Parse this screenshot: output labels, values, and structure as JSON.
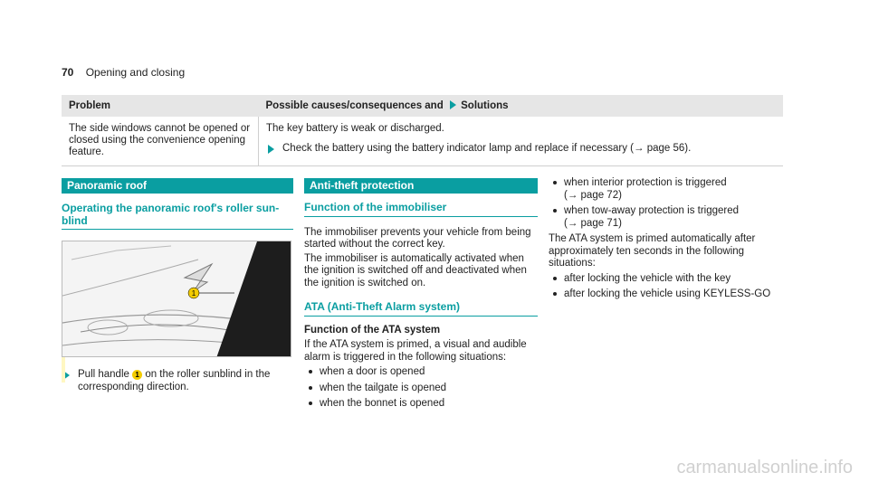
{
  "header": {
    "page_number": "70",
    "section": "Opening and closing"
  },
  "table": {
    "col1_header": "Problem",
    "col2_header_pre": "Possible causes/consequences and",
    "col2_header_post": "Solutions",
    "problem": "The side windows cannot be opened or closed using the convenience opening feature.",
    "cause": "The key battery is weak or discharged.",
    "solution_pre": "Check the battery using the battery indicator lamp and replace if necessary (",
    "solution_ref": "→ page 56",
    "solution_post": ")."
  },
  "col1": {
    "section_title": "Panoramic roof",
    "sub_title": "Operating the panoramic roof's roller sun-blind",
    "marker": "1",
    "instruction_pre": "Pull handle",
    "instruction_post": "on the roller sunblind in the corresponding direction."
  },
  "col2": {
    "section_title": "Anti-theft protection",
    "sub_title_1": "Function of the immobiliser",
    "para_1": "The immobiliser prevents your vehicle from being started without the correct key.",
    "para_2": "The immobiliser is automatically activated when the ignition is switched off and deactivated when the ignition is switched on.",
    "sub_title_2": "ATA (Anti-Theft Alarm system)",
    "heading_3": "Function of the ATA system",
    "para_3": "If the ATA system is primed, a visual and audible alarm is triggered in the following situations:",
    "bullets": [
      "when a door is opened",
      "when the tailgate is opened",
      "when the bonnet is opened"
    ]
  },
  "col3": {
    "bullet_1_text": "when interior protection is triggered",
    "bullet_1_ref": "(→ page 72)",
    "bullet_2_text": "when tow-away protection is triggered",
    "bullet_2_ref": "(→ page 71)",
    "para": "The ATA system is primed automatically after approximately ten seconds in the following situations:",
    "bullets": [
      "after locking the vehicle with the key",
      "after locking the vehicle using KEYLESS-GO"
    ]
  },
  "watermark": "carmanualsonline.info",
  "colors": {
    "accent": "#0a9ea1",
    "marker": "#f3cc00"
  }
}
